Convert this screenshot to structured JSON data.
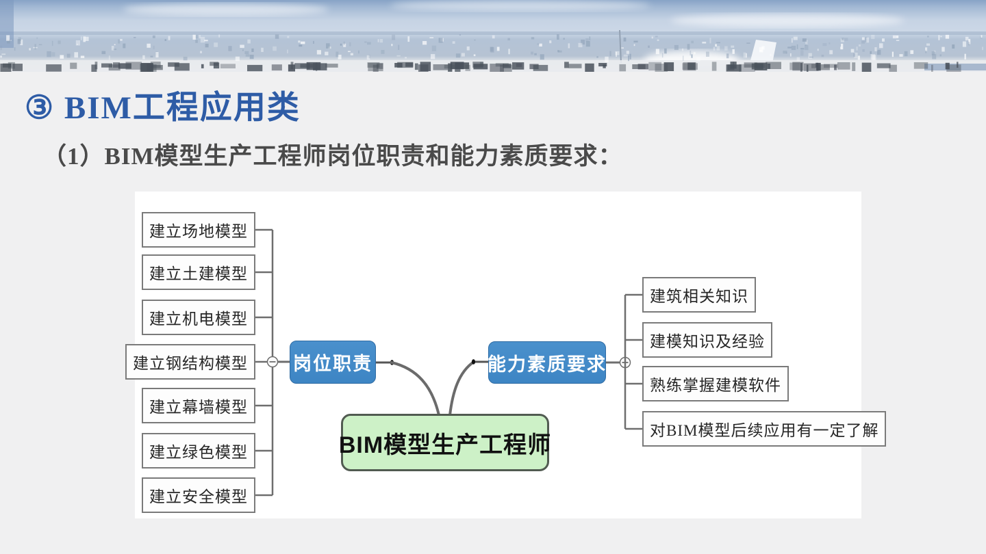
{
  "slide": {
    "title": "③ BIM工程应用类",
    "subtitle": "（1）BIM模型生产工程师岗位职责和能力素质要求："
  },
  "mindmap": {
    "center": {
      "label": "BIM模型生产工程师"
    },
    "left_branch": {
      "label": "岗位职责"
    },
    "right_branch": {
      "label": "能力素质要求"
    },
    "left_children": [
      {
        "label": "建立场地模型"
      },
      {
        "label": "建立土建模型"
      },
      {
        "label": "建立机电模型"
      },
      {
        "label": "建立钢结构模型"
      },
      {
        "label": "建立幕墙模型"
      },
      {
        "label": "建立绿色模型"
      },
      {
        "label": "建立安全模型"
      }
    ],
    "right_children": [
      {
        "label": "建筑相关知识"
      },
      {
        "label": "建模知识及经验"
      },
      {
        "label": "熟练掌握建模软件"
      },
      {
        "label": "对BIM模型后续应用有一定了解"
      }
    ],
    "icons": {
      "collapse_minus_glyph": "−"
    }
  },
  "colors": {
    "title_blue": "#2e5ca6",
    "subtitle_gray": "#4a4a4a",
    "node_blue": "#3d85c4",
    "node_blue_border": "#2f6ba3",
    "center_green_fill": "#cdf1c7",
    "center_green_border": "#515b51",
    "child_box_border": "#7a7a7a",
    "child_text": "#262626",
    "connector": "#6e6e6e",
    "connector_dark": "#555555",
    "slide_bg": "#f0f0f1",
    "panel_bg": "#ffffff"
  }
}
